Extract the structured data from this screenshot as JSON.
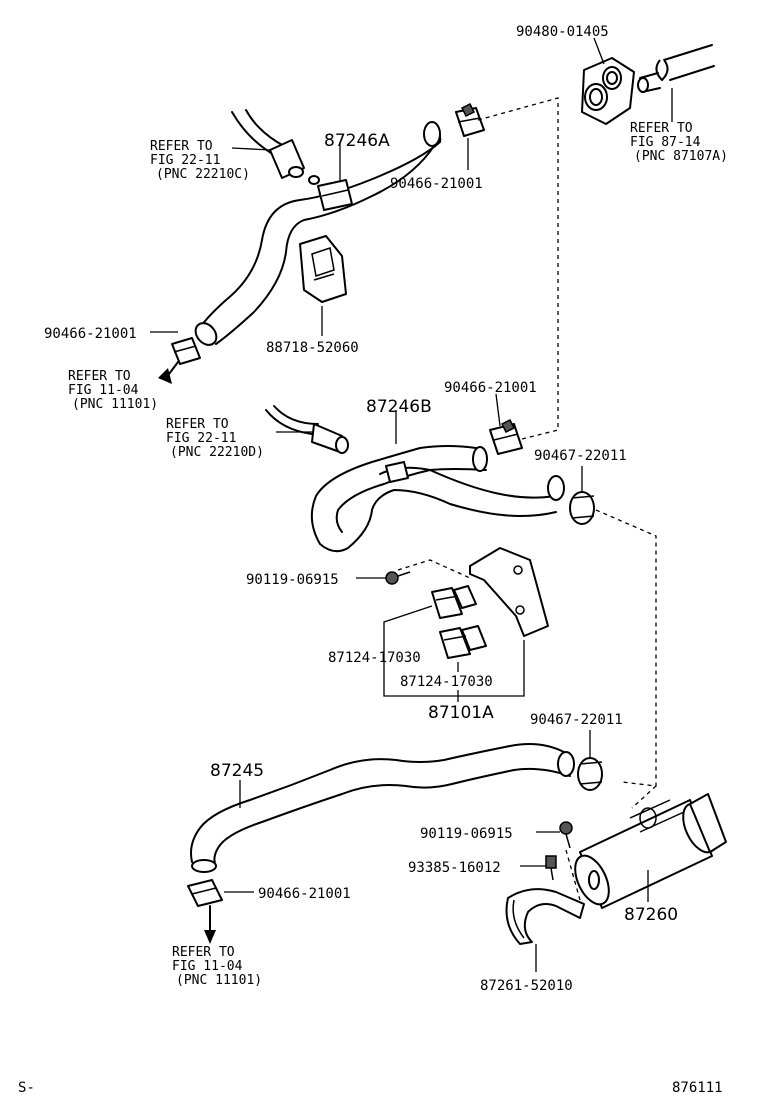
{
  "parts": {
    "p1": "90480-01405",
    "p2": "87246A",
    "p3": "90466-21001",
    "p4": "88718-52060",
    "p5": "90466-21001",
    "p6": "87246B",
    "p7": "90466-21001",
    "p8": "90467-22011",
    "p9": "90119-06915",
    "p10": "87124-17030",
    "p11": "87124-17030",
    "p12": "87101A",
    "p13": "87245",
    "p14": "90467-22011",
    "p15": "90466-21001",
    "p16": "90119-06915",
    "p17": "93385-16012",
    "p18": "87260",
    "p19": "87261-52010"
  },
  "refs": {
    "r1": [
      "REFER TO",
      "FIG 22-11",
      "(PNC 22210C)"
    ],
    "r2": [
      "REFER TO",
      "FIG 87-14",
      "(PNC 87107A)"
    ],
    "r3": [
      "REFER TO",
      "FIG 11-04",
      "(PNC 11101)"
    ],
    "r4": [
      "REFER TO",
      "FIG 22-11",
      "(PNC 22210D)"
    ],
    "r5": [
      "REFER TO",
      "FIG 11-04",
      "(PNC 11101)"
    ]
  },
  "footer": {
    "left": "S-",
    "right": "876111"
  }
}
